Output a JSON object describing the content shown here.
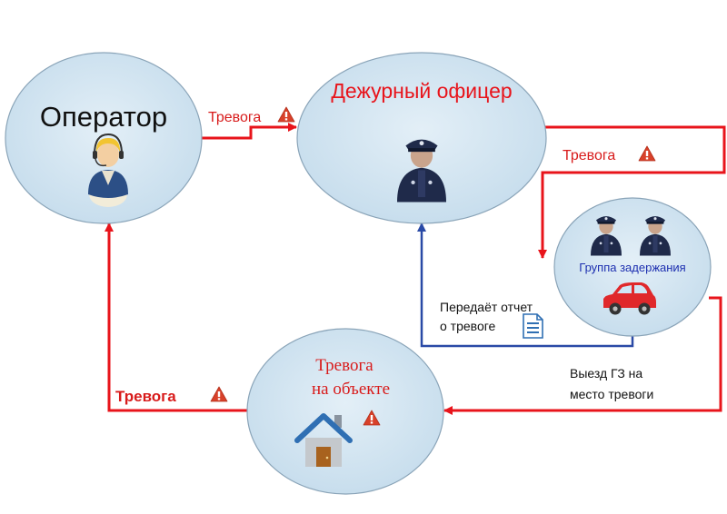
{
  "nodes": {
    "operator": {
      "title": "Оператор"
    },
    "duty_officer": {
      "title": "Дежурный офицер"
    },
    "response_group": {
      "title": "Группа задержания"
    },
    "site_alarm": {
      "title_line1": "Тревога",
      "title_line2": "на объекте"
    }
  },
  "edges": {
    "operator_to_officer": {
      "label": "Тревога"
    },
    "officer_to_group": {
      "label": "Тревога"
    },
    "group_to_officer": {
      "label_line1": "Передаёт отчет",
      "label_line2": "о тревоге"
    },
    "group_to_site": {
      "label_line1": "Выезд ГЗ на",
      "label_line2": "место тревоги"
    },
    "site_to_operator": {
      "label": "Тревога"
    }
  },
  "colors": {
    "node_fill": "#cfe3f0",
    "node_stroke": "#8aa4b8",
    "alarm_red": "#e8141b",
    "label_red": "#d81b1b",
    "report_blue": "#2a4aa6",
    "group_title_blue": "#1d2fb0",
    "warning_fill": "#d8412a"
  },
  "icons": {
    "warning": "warning-triangle-icon",
    "operator": "operator-headset-icon",
    "officer": "police-officer-icon",
    "car": "car-icon",
    "document": "document-icon",
    "house": "house-icon"
  }
}
